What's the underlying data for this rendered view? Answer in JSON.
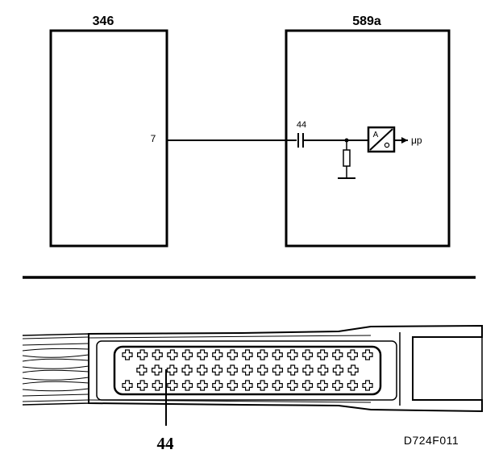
{
  "schematic": {
    "component_a": {
      "label": "346",
      "pin_label": "7"
    },
    "component_b": {
      "label": "589a",
      "pin_label": "44",
      "output_label": "μp",
      "converter_letter": "A"
    }
  },
  "connector": {
    "pin_callout": "44",
    "rows": [
      {
        "row": 1,
        "pins": 17
      },
      {
        "row": 2,
        "pins": 15
      },
      {
        "row": 3,
        "pins": 17
      }
    ]
  },
  "figure_code": "D724F011"
}
